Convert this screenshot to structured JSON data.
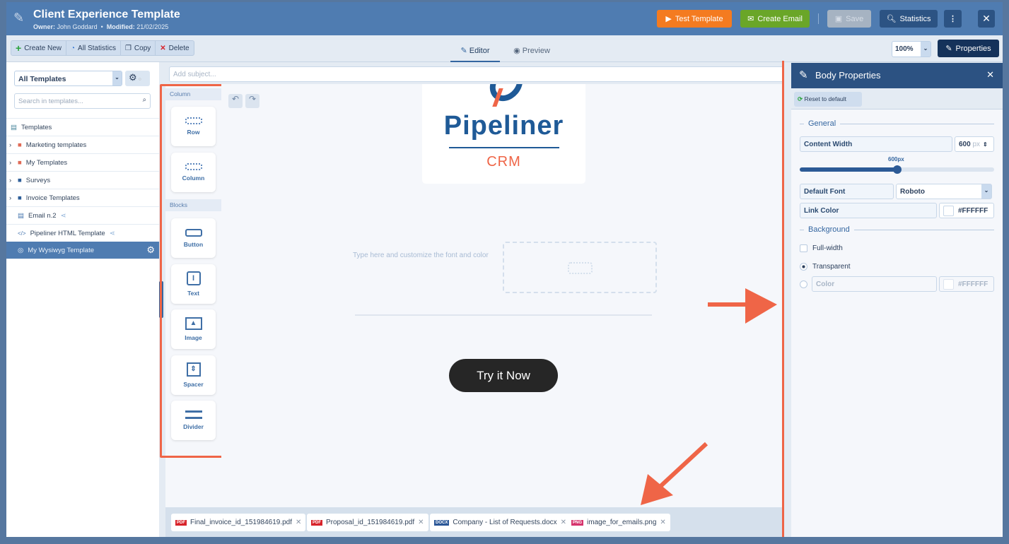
{
  "header": {
    "title": "Client Experience Template",
    "owner_label": "Owner:",
    "owner": "John Goddard",
    "modified_label": "Modified:",
    "modified": "21/02/2025",
    "test_template": "Test Template",
    "create_email": "Create Email",
    "save": "Save",
    "statistics": "Statistics"
  },
  "toolbar": {
    "create_new": "Create New",
    "all_statistics": "All Statistics",
    "copy": "Copy",
    "delete": "Delete",
    "tab_editor": "Editor",
    "tab_preview": "Preview",
    "zoom": "100%",
    "properties": "Properties"
  },
  "sidebar": {
    "filter": "All Templates",
    "search_placeholder": "Search in templates...",
    "root": "Templates",
    "items": [
      {
        "label": "Marketing templates"
      },
      {
        "label": "My Templates"
      },
      {
        "label": "Surveys"
      },
      {
        "label": "Invoice Templates"
      },
      {
        "label": "Email n.2"
      },
      {
        "label": "Pipeliner HTML Template"
      },
      {
        "label": "My Wysiwyg Template"
      }
    ]
  },
  "editor": {
    "subject_placeholder": "Add subject...",
    "section_column": "Column",
    "section_blocks": "Blocks",
    "blocks": [
      "Row",
      "Column",
      "Button",
      "Text",
      "Image",
      "Spacer",
      "Divider"
    ],
    "logo_text": "Pipeliner",
    "logo_sub": "CRM",
    "text_placeholder": "Type here and customize the font and color",
    "cta": "Try it Now"
  },
  "attachments": [
    "Final_invoice_id_151984619.pdf",
    "Proposal_id_151984619.pdf",
    "Company - List of Requests.docx",
    "image_for_emails.png"
  ],
  "attachment_types": [
    "PDF",
    "PDF",
    "DOCX",
    "PNG"
  ],
  "properties": {
    "title": "Body Properties",
    "reset": "Reset to default",
    "general": "General",
    "content_width_label": "Content Width",
    "content_width": "600",
    "unit": "px",
    "slider_label": "600px",
    "slider_fraction": 0.5,
    "default_font_label": "Default Font",
    "default_font": "Roboto",
    "link_color_label": "Link Color",
    "link_color": "#FFFFFF",
    "background": "Background",
    "full_width": "Full-width",
    "transparent": "Transparent",
    "color_label": "Color",
    "color_value": "#FFFFFF"
  },
  "colors": {
    "header": "#4f7cb1",
    "accent_orange": "#f47b20",
    "accent_green": "#6aa628",
    "annotation": "#ef6547"
  }
}
